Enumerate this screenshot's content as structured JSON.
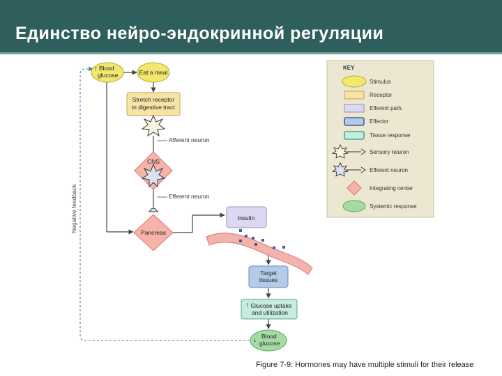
{
  "slide": {
    "title": "Единство нейро-эндокринной регуляции",
    "caption": "Figure 7-9: Hormones may have multiple stimuli for their release"
  },
  "diagram": {
    "blood_glucose_up": [
      "Blood",
      "glucose"
    ],
    "eat_meal": "Eat a meal",
    "stretch_receptor": [
      "Stretch receptor",
      "in digestive tract"
    ],
    "afferent_neuron": "Afferent neuron",
    "cns": "CNS",
    "efferent_neuron": "Efferent neuron",
    "pancreas": "Pancreas",
    "insulin": "Insulin",
    "target_tissues": [
      "Target",
      "tissues"
    ],
    "glucose_uptake": [
      "Glucose uptake",
      "and utilization"
    ],
    "blood_glucose_down": [
      "Blood",
      "glucose"
    ],
    "negative_feedback": "Negative feedback"
  },
  "key": {
    "title": "KEY",
    "items": [
      {
        "label": "Stimulus",
        "symbol": "stimulus-oval",
        "color": "#f2e870"
      },
      {
        "label": "Receptor",
        "symbol": "receptor-box",
        "color": "#f7e3a6"
      },
      {
        "label": "Efferent path.",
        "symbol": "efferent-box",
        "color": "#ddd8ef"
      },
      {
        "label": "Effector",
        "symbol": "effector-box",
        "color": "#b4cbe8"
      },
      {
        "label": "Tissue response",
        "symbol": "tissue-box",
        "color": "#c6ebe0"
      },
      {
        "label": "Sensory neuron",
        "symbol": "sensory-neuron"
      },
      {
        "label": "Efferent neuron",
        "symbol": "efferent-neuron"
      },
      {
        "label": "Integrating center",
        "symbol": "diamond",
        "color": "#f6b3aa"
      },
      {
        "label": "Systemic response",
        "symbol": "systemic-oval",
        "color": "#a6dca4"
      }
    ]
  }
}
